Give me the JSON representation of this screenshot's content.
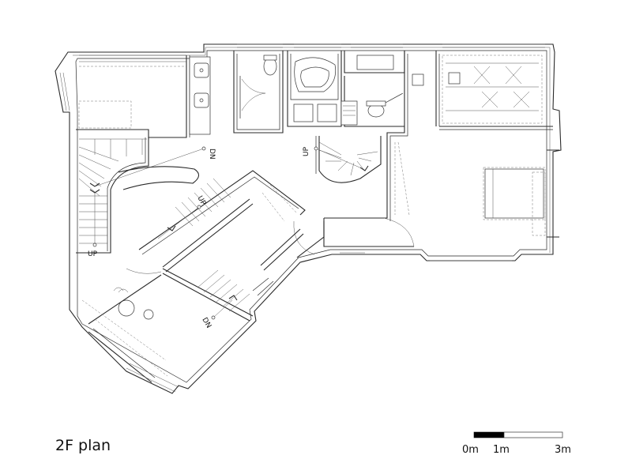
{
  "title": "2F plan",
  "stair_labels": {
    "left_dn": "DN",
    "left_up": "UP",
    "center_up": "UP",
    "center_dn": "DN",
    "right_up": "UP"
  },
  "scale_bar": {
    "label_0": "0m",
    "label_1": "1m",
    "label_3": "3m"
  }
}
